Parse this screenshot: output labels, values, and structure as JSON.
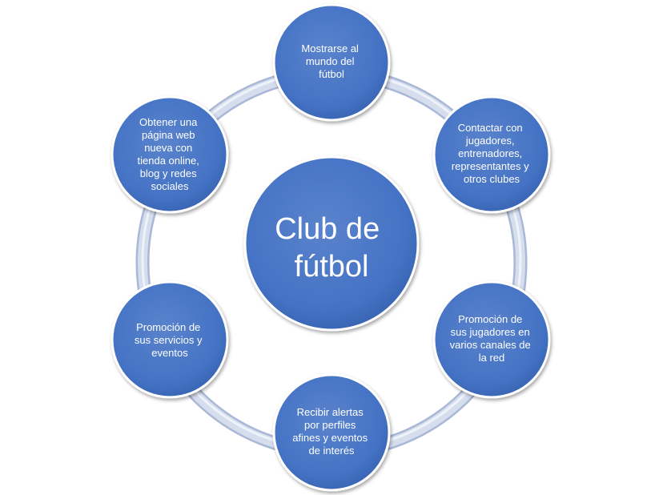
{
  "diagram": {
    "center": {
      "lines": [
        "Club de",
        "fútbol"
      ]
    },
    "nodes": [
      {
        "id": "mostrarse",
        "lines": [
          "Mostrarse al",
          "mundo del",
          "fútbol"
        ]
      },
      {
        "id": "contactar",
        "lines": [
          "Contactar con",
          "jugadores,",
          "entrenadores,",
          "representantes y",
          "otros clubes"
        ]
      },
      {
        "id": "promocion-jugadores",
        "lines": [
          "Promoción de",
          "sus jugadores en",
          "varios canales de",
          "la red"
        ]
      },
      {
        "id": "recibir-alertas",
        "lines": [
          "Recibir alertas",
          "por perfiles",
          "afines y eventos",
          "de interés"
        ]
      },
      {
        "id": "promocion-servicios",
        "lines": [
          "Promoción de",
          "sus servicios y",
          "eventos"
        ]
      },
      {
        "id": "pagina-web",
        "lines": [
          "Obtener una",
          "página web",
          "nueva con",
          "tienda online,",
          "blog y redes",
          "sociales"
        ]
      }
    ],
    "colors": {
      "node_fill": "#4472c4",
      "node_fill_dark": "#2f5597",
      "node_fill_light": "#6a8fd3",
      "node_border": "#ffffff",
      "ring": "#c7d2e7",
      "ring_edge": "#a9b8d6",
      "text": "#ffffff"
    }
  }
}
